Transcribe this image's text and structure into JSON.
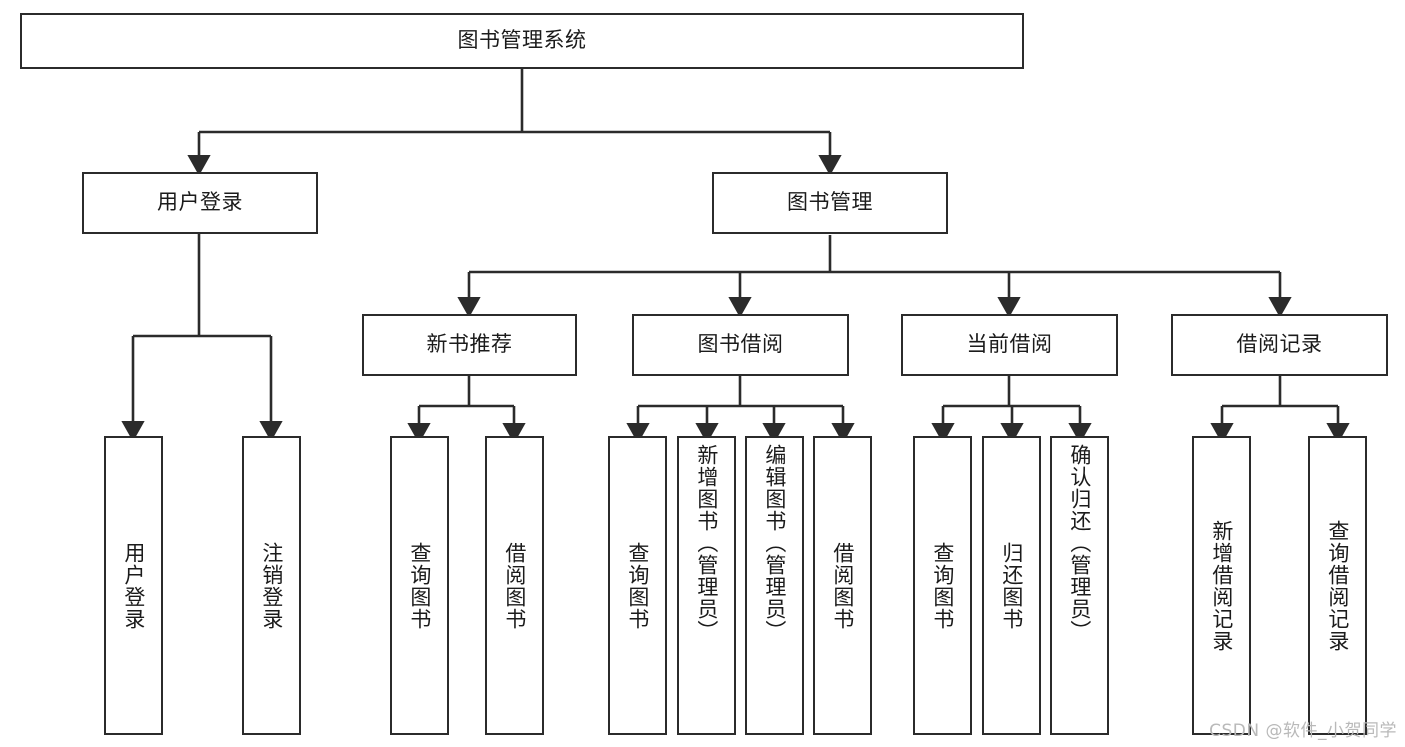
{
  "diagram": {
    "title": "图书管理系统",
    "watermark": "CSDN @软件_小贺同学",
    "root": {
      "label": "图书管理系统"
    },
    "level2": [
      {
        "label": "用户登录"
      },
      {
        "label": "图书管理"
      }
    ],
    "level3": [
      {
        "label": "新书推荐"
      },
      {
        "label": "图书借阅"
      },
      {
        "label": "当前借阅"
      },
      {
        "label": "借阅记录"
      }
    ],
    "leaves": {
      "user_login": [
        {
          "label": "用户登录"
        },
        {
          "label": "注销登录"
        }
      ],
      "new_book_recommend": [
        {
          "label": "查询图书"
        },
        {
          "label": "借阅图书"
        }
      ],
      "book_borrow": [
        {
          "label": "查询图书"
        },
        {
          "label": "新增图书（管理员）"
        },
        {
          "label": "编辑图书（管理员）"
        },
        {
          "label": "借阅图书"
        }
      ],
      "current_borrow": [
        {
          "label": "查询图书"
        },
        {
          "label": "归还图书"
        },
        {
          "label": "确认归还（管理员）"
        }
      ],
      "borrow_record": [
        {
          "label": "新增借阅记录"
        },
        {
          "label": "查询借阅记录"
        }
      ]
    },
    "colors": {
      "line": "#2b2b2b",
      "box_border": "#2b2b2b",
      "box_fill": "#ffffff",
      "text": "#1b1b1b",
      "watermark": "#b9b9b9"
    }
  }
}
